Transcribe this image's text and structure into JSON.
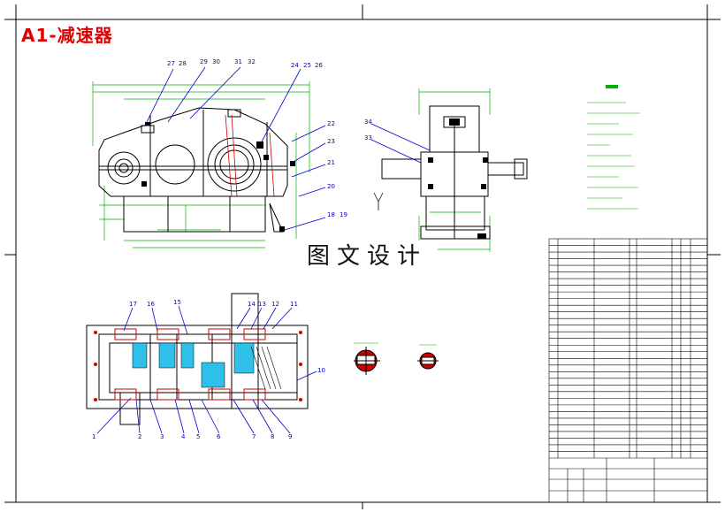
{
  "title": "A1-减速器",
  "watermark": "图文设计",
  "front_view_callouts": [
    "27",
    "28",
    "29",
    "30",
    "31",
    "32",
    "24",
    "25",
    "26",
    "22",
    "23",
    "21",
    "20",
    "18",
    "19"
  ],
  "side_view_callouts": [
    "34",
    "33"
  ],
  "top_view_callouts": [
    "17",
    "16",
    "15",
    "14",
    "13",
    "12",
    "11",
    "10",
    "1",
    "2",
    "3",
    "4",
    "5",
    "6",
    "7",
    "8",
    "9"
  ],
  "parts_table_rows": 33
}
